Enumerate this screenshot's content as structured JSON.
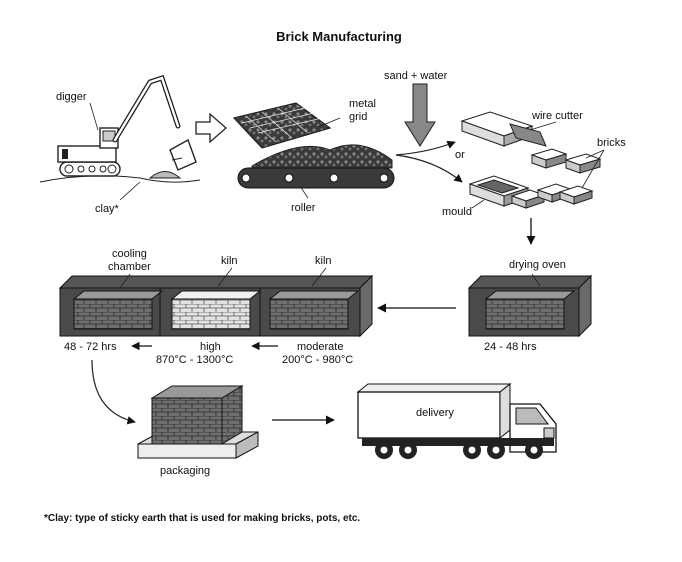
{
  "title": "Brick Manufacturing",
  "labels": {
    "digger": "digger",
    "clay": "clay*",
    "metal_grid_1": "metal",
    "metal_grid_2": "grid",
    "roller": "roller",
    "sand_water": "sand + water",
    "or": "or",
    "wire_cutter": "wire cutter",
    "bricks": "bricks",
    "mould": "mould",
    "drying_oven": "drying oven",
    "drying_time": "24 - 48 hrs",
    "cooling_chamber_1": "cooling",
    "cooling_chamber_2": "chamber",
    "kiln_high": "kiln",
    "kiln_moderate": "kiln",
    "cooling_time": "48 - 72 hrs",
    "high": "high",
    "high_temp": "870°C - 1300°C",
    "moderate": "moderate",
    "moderate_temp": "200°C - 980°C",
    "packaging": "packaging",
    "delivery": "delivery"
  },
  "footnote": "*Clay: type of sticky earth that is used for making bricks, pots, etc."
}
